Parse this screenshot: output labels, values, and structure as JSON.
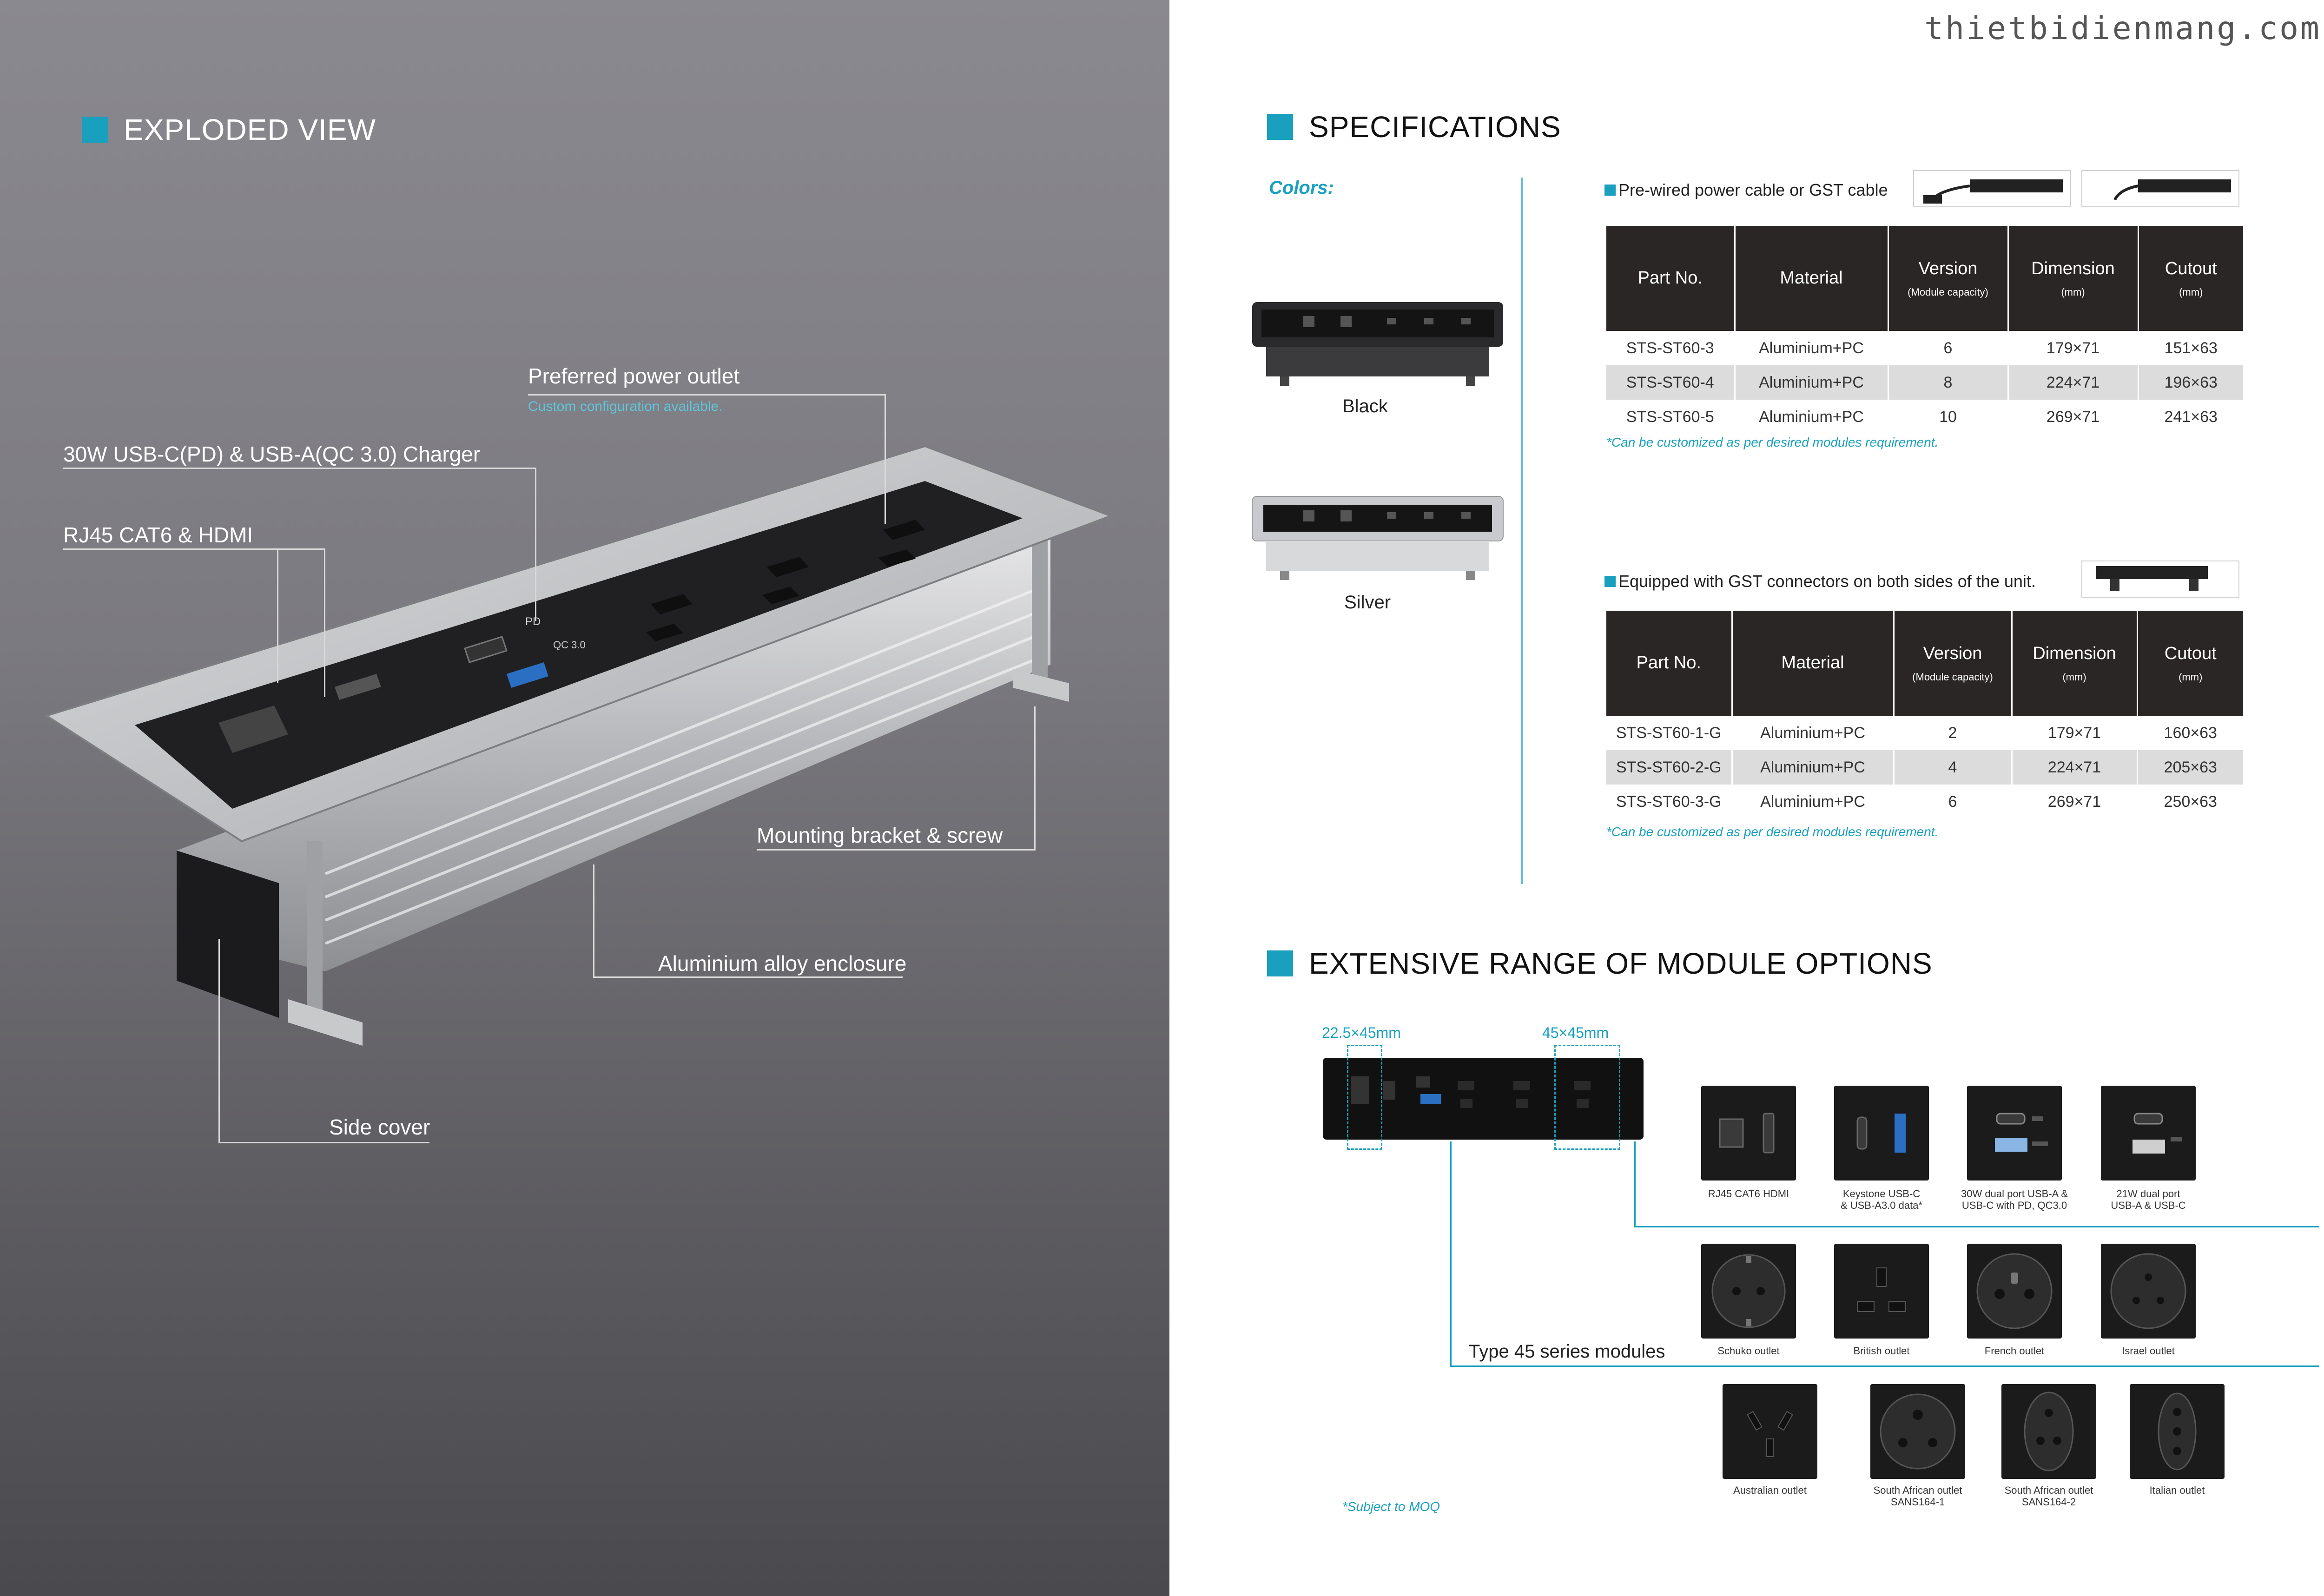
{
  "left": {
    "title": "EXPLODED VIEW",
    "callouts": {
      "power_outlet": "Preferred power outlet",
      "power_outlet_sub": "Custom configuration available.",
      "charger": "30W USB-C(PD) & USB-A(QC 3.0) Charger",
      "rj45": "RJ45 CAT6 & HDMI",
      "bracket": "Mounting bracket & screw",
      "enclosure": "Aluminium alloy enclosure",
      "side_cover": "Side cover"
    },
    "product_marks": {
      "pd": "PD",
      "qc": "QC 3.0"
    }
  },
  "right": {
    "watermark": "thietbidienmang.com",
    "spec_title": "SPECIFICATIONS",
    "colors_label": "Colors:",
    "colors": [
      "Black",
      "Silver"
    ],
    "table1": {
      "caption": "Pre-wired power cable or GST cable",
      "headers": [
        "Part No.",
        "Material",
        "Version",
        "Dimension",
        "Cutout"
      ],
      "units": [
        "",
        "",
        "(Module capacity)",
        "(mm)",
        "(mm)"
      ],
      "rows": [
        [
          "STS-ST60-3",
          "Aluminium+PC",
          "6",
          "179×71",
          "151×63"
        ],
        [
          "STS-ST60-4",
          "Aluminium+PC",
          "8",
          "224×71",
          "196×63"
        ],
        [
          "STS-ST60-5",
          "Aluminium+PC",
          "10",
          "269×71",
          "241×63"
        ]
      ],
      "note": "*Can be customized as per desired modules requirement."
    },
    "table2": {
      "caption": "Equipped with GST connectors on both sides of the unit.",
      "headers": [
        "Part No.",
        "Material",
        "Version",
        "Dimension",
        "Cutout"
      ],
      "units": [
        "",
        "",
        "(Module capacity)",
        "(mm)",
        "(mm)"
      ],
      "rows": [
        [
          "STS-ST60-1-G",
          "Aluminium+PC",
          "2",
          "179×71",
          "160×63"
        ],
        [
          "STS-ST60-2-G",
          "Aluminium+PC",
          "4",
          "224×71",
          "205×63"
        ],
        [
          "STS-ST60-3-G",
          "Aluminium+PC",
          "6",
          "269×71",
          "250×63"
        ]
      ],
      "note": "*Can be customized as per desired modules requirement."
    },
    "modules_title": "EXTENSIVE RANGE OF MODULE OPTIONS",
    "dim_small": "22.5×45mm",
    "dim_large": "45×45mm",
    "type45_label": "Type 45 series modules",
    "modules_row1": [
      {
        "icon": "rj45-hdmi-module-icon",
        "label": "RJ45 CAT6  HDMI"
      },
      {
        "icon": "keystone-usb-module-icon",
        "label": "Keystone USB-C\n& USB-A3.0 data*"
      },
      {
        "icon": "usb-pd-qc-module-icon",
        "label": "30W dual port USB-A &\nUSB-C with PD, QC3.0"
      },
      {
        "icon": "usb-21w-module-icon",
        "label": "21W dual port\nUSB-A & USB-C"
      }
    ],
    "modules_row2": [
      {
        "icon": "schuko-outlet-icon",
        "label": "Schuko outlet"
      },
      {
        "icon": "british-outlet-icon",
        "label": "British  outlet"
      },
      {
        "icon": "french-outlet-icon",
        "label": "French outlet"
      },
      {
        "icon": "israel-outlet-icon",
        "label": "Israel  outlet"
      }
    ],
    "modules_row3": [
      {
        "icon": "australian-outlet-icon",
        "label": "Australian outlet"
      },
      {
        "icon": "south-african-1-outlet-icon",
        "label": "South African outlet\nSANS164-1"
      },
      {
        "icon": "south-african-2-outlet-icon",
        "label": "South African outlet\nSANS164-2"
      },
      {
        "icon": "italian-outlet-icon",
        "label": "Italian outlet"
      }
    ],
    "moq_note": "*Subject to MOQ",
    "colors_hex": {
      "accent": "#1aa0bf",
      "header_bg": "#2a2626",
      "row_shade": "#dcdcdc"
    }
  }
}
